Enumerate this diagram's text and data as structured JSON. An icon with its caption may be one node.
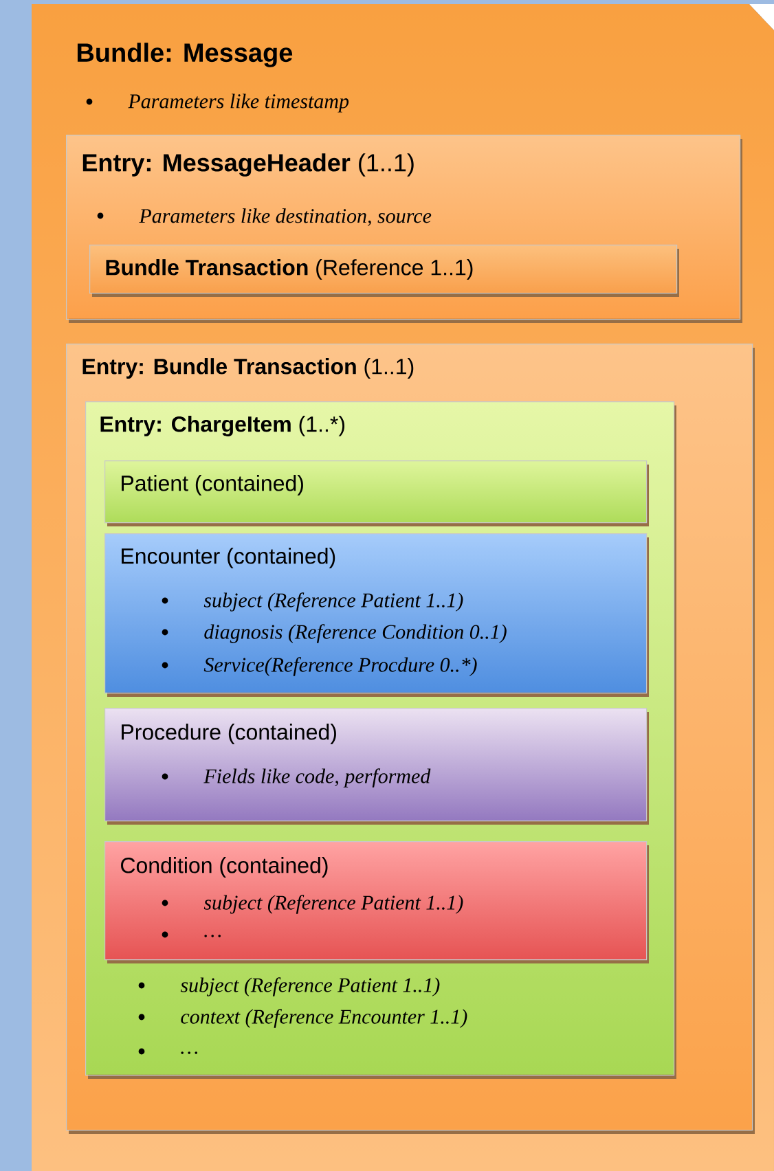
{
  "diagram": {
    "nodes": [
      {
        "text": [
          "Bundle: Message",
          "Parameters like timestamp"
        ]
      },
      {
        "text": [
          "**Entry: MessageHeader** (1..1)",
          "Parameters like destination, source"
        ],
        "in": 0
      },
      {
        "text": [
          "**Bundle Transaction** (Reference 1..1)"
        ],
        "in": 1
      },
      {
        "text": [
          "**Entry: Bundle Transaction** (1..1)"
        ],
        "in": 0
      },
      {
        "text": [
          "**Entry: ChargeItem** (1..*)",
          "subject (Reference Patient 1..1)",
          "context (Reference Encounter 1..1)",
          "…"
        ],
        "in": 3
      },
      {
        "text": [
          "Patient (contained)"
        ],
        "in": 4
      },
      {
        "text": [
          "Encounter (contained)",
          "subject (Reference Patient 1..1)",
          "diagnosis (Reference Condition 0..1)",
          "Service(Reference Procdure 0..*)"
        ],
        "in": 4
      },
      {
        "text": [
          "Procedure (contained)",
          "Fields like code, performed"
        ],
        "in": 4
      },
      {
        "text": [
          "Condition (contained)",
          "subject (Reference Patient 1..1)",
          "…"
        ],
        "in": 4
      }
    ]
  }
}
